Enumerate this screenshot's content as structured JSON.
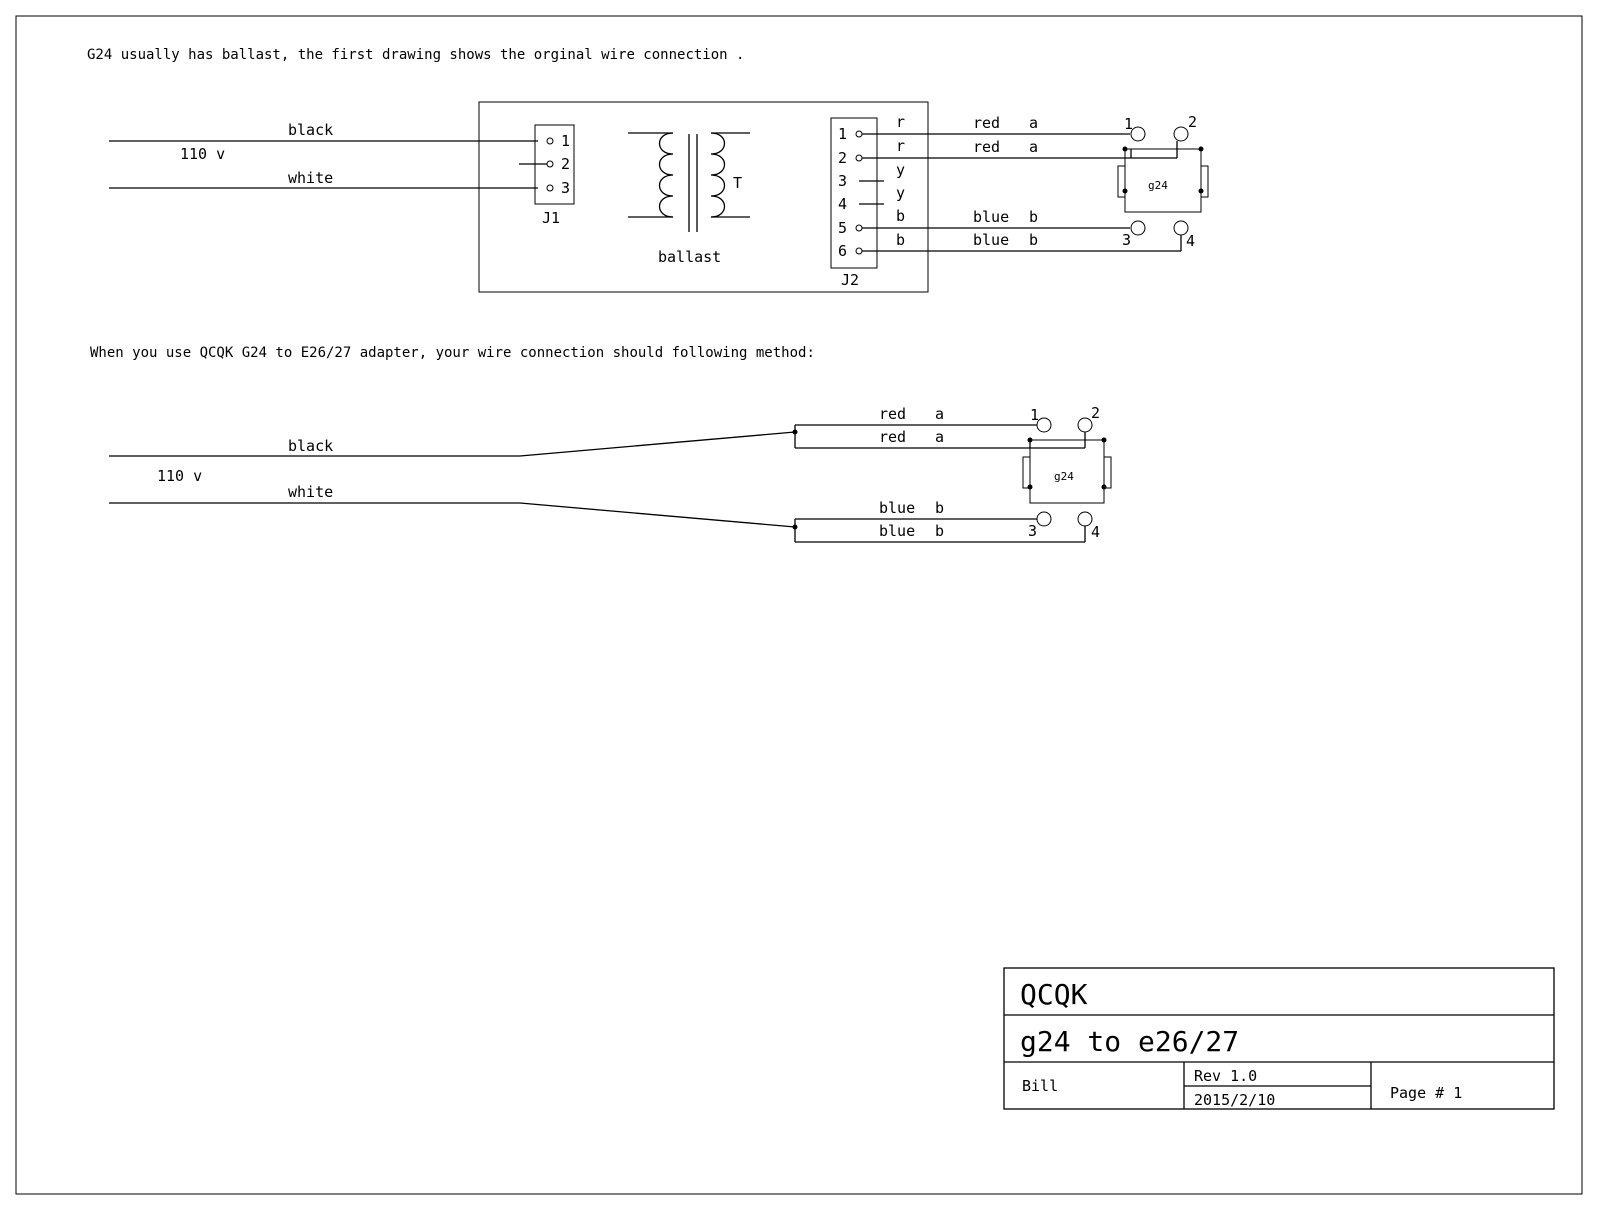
{
  "notes": {
    "intro": "G24 usually has ballast, the first drawing shows the orginal  wire connection .",
    "adapter": "When you use QCQK G24 to E26/27 adapter, your wire connection should following method:"
  },
  "drawing1": {
    "input": {
      "hot": "black",
      "voltage": "110 v",
      "neutral": "white"
    },
    "j1": {
      "ref": "J1",
      "pins": [
        "1",
        "2",
        "3"
      ]
    },
    "ballast": {
      "label": "ballast",
      "coil_ref": "T"
    },
    "j2": {
      "ref": "J2",
      "pins": [
        "1",
        "2",
        "3",
        "4",
        "5",
        "6"
      ],
      "wire_codes": [
        "r",
        "r",
        "y",
        "y",
        "b",
        "b"
      ]
    },
    "wires": [
      {
        "color": "red",
        "tag": "a"
      },
      {
        "color": "red",
        "tag": "a"
      },
      {
        "color": "blue",
        "tag": "b"
      },
      {
        "color": "blue",
        "tag": "b"
      }
    ],
    "lamp": {
      "label": "g24",
      "pins": [
        "1",
        "2",
        "3",
        "4"
      ]
    }
  },
  "drawing2": {
    "input": {
      "hot": "black",
      "voltage": "110 v",
      "neutral": "white"
    },
    "wires": [
      {
        "color": "red",
        "tag": "a"
      },
      {
        "color": "red",
        "tag": "a"
      },
      {
        "color": "blue",
        "tag": "b"
      },
      {
        "color": "blue",
        "tag": "b"
      }
    ],
    "lamp": {
      "label": "g24",
      "pins": [
        "1",
        "2",
        "3",
        "4"
      ]
    }
  },
  "title_block": {
    "company": "QCQK",
    "title": "g24 to e26/27",
    "author": "Bill",
    "revision": "Rev 1.0",
    "date": "2015/2/10",
    "page": "Page # 1"
  }
}
